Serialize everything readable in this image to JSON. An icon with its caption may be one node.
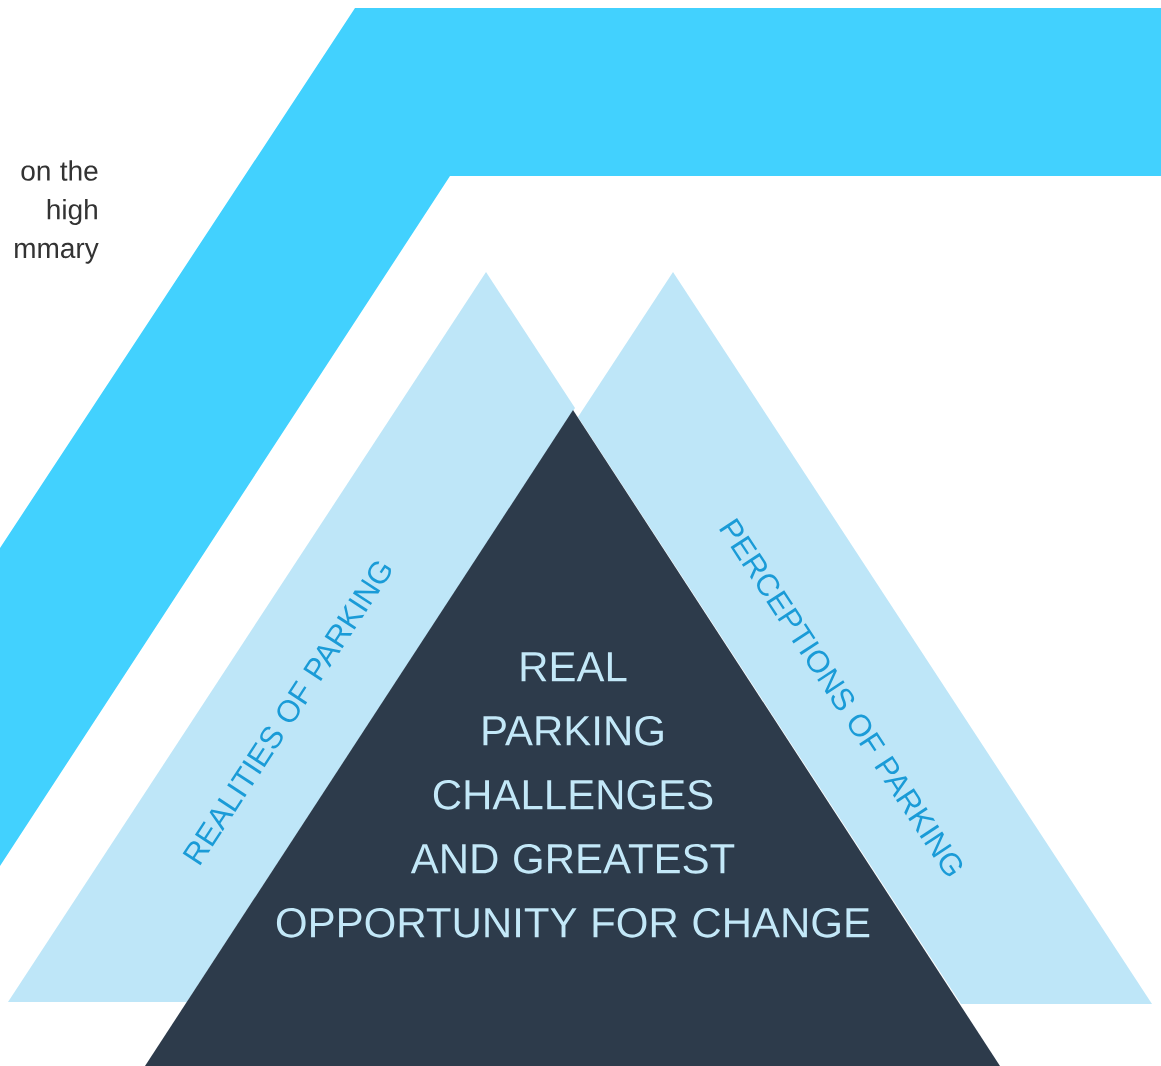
{
  "diagram": {
    "nodes": [
      {
        "text": [
          "REALITIES OF PARKING"
        ]
      },
      {
        "text": [
          "PERCEPTIONS OF PARKING"
        ]
      },
      {
        "text": [
          "REAL PARKING CHALLENGES AND GREATEST OPPORTUNITY FOR CHANGE"
        ]
      }
    ],
    "labels": [
      "on the high mmary"
    ]
  }
}
